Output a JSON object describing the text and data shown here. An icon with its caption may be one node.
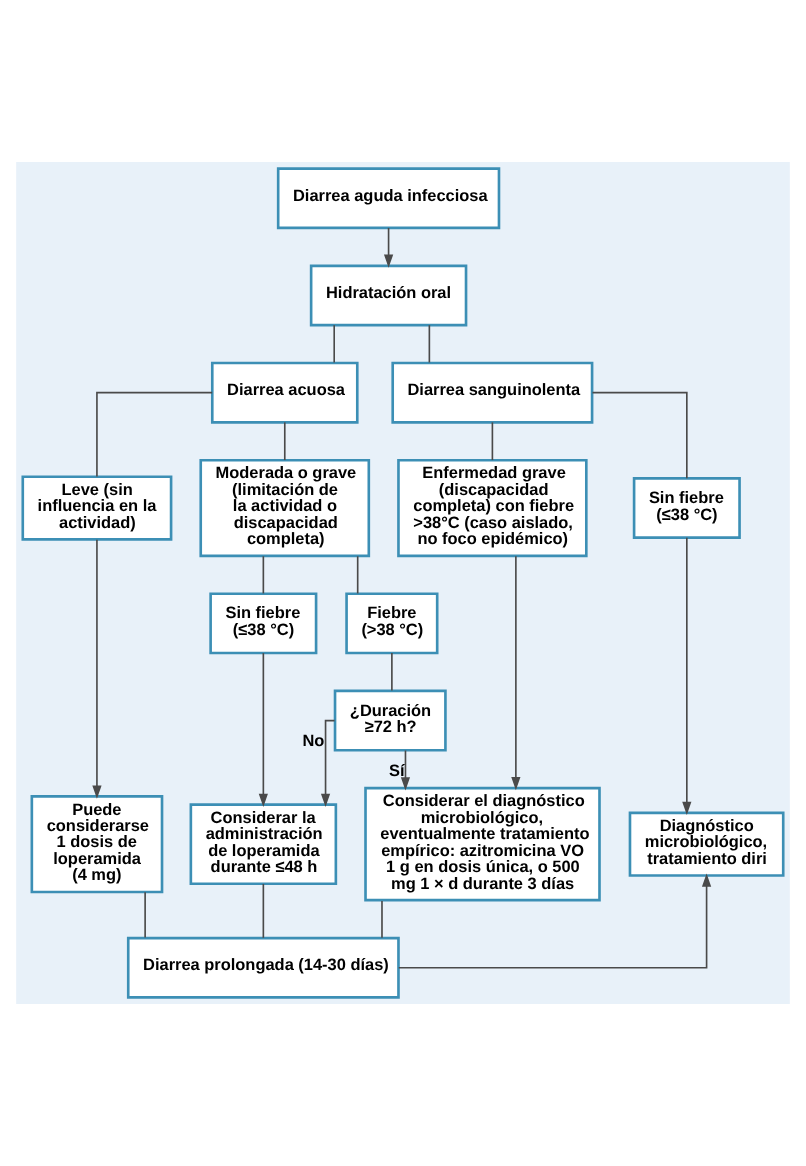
{
  "diagram": {
    "nodes": [
      {
        "text": [
          "Diarrea aguda infecciosa"
        ]
      },
      {
        "text": [
          "Hidratación oral"
        ]
      },
      {
        "text": [
          "Diarrea acuosa"
        ]
      },
      {
        "text": [
          "Diarrea sanguinolenta"
        ]
      },
      {
        "text": [
          "Leve (sin influencia en la actividad)"
        ]
      },
      {
        "text": [
          "Moderada o grave (limitación de la actividad o discapacidad completa)"
        ]
      },
      {
        "text": [
          "Enfermedad grave (discapacidad completa) con fiebre >38°C (caso aislado, no foco epidémico)"
        ]
      },
      {
        "text": [
          "Sin fiebre (≤38 °C)"
        ]
      },
      {
        "text": [
          "Sin fiebre (≤38 °C)"
        ]
      },
      {
        "text": [
          "Fiebre (>38 °C)"
        ]
      },
      {
        "text": [
          "¿Duración ≥72 h?"
        ]
      },
      {
        "text": [
          "Puede considerarse 1 dosis de loperamida (4 mg)"
        ]
      },
      {
        "text": [
          "Considerar la administración de loperamida durante ≤48 h"
        ]
      },
      {
        "text": [
          "Considerar el diagnóstico microbiológico, eventualmente tratamiento empírico: azitromicina VO 1 g en dosis única, o 500 mg 1 × d durante 3 días"
        ]
      },
      {
        "text": [
          "Diagnóstico microbiológico, tratamiento diri"
        ]
      },
      {
        "text": [
          "Diarrea prolongada (14-30 días)"
        ]
      }
    ],
    "edges": [
      {
        "from": 0,
        "to": 1,
        "arrow": "to"
      },
      {
        "from": 1,
        "to": 2,
        "arrow": "none"
      },
      {
        "from": 1,
        "to": 3,
        "arrow": "none"
      },
      {
        "from": 2,
        "to": 4,
        "arrow": "none"
      },
      {
        "from": 2,
        "to": 5,
        "arrow": "none"
      },
      {
        "from": 3,
        "to": 6,
        "arrow": "none"
      },
      {
        "from": 3,
        "to": 7,
        "arrow": "none"
      },
      {
        "from": 5,
        "to": 8,
        "arrow": "none"
      },
      {
        "from": 5,
        "to": 9,
        "arrow": "none"
      },
      {
        "from": 9,
        "to": 10,
        "arrow": "none"
      },
      {
        "from": 4,
        "to": 11,
        "arrow": "to"
      },
      {
        "from": 8,
        "to": 12,
        "arrow": "to"
      },
      {
        "from": 10,
        "to": 12,
        "arrow": "to",
        "label": "No"
      },
      {
        "from": 10,
        "to": 13,
        "arrow": "to",
        "label": "Sí"
      },
      {
        "from": 6,
        "to": 13,
        "arrow": "to"
      },
      {
        "from": 7,
        "to": 14,
        "arrow": "to"
      },
      {
        "from": 11,
        "to": 15,
        "arrow": "none"
      },
      {
        "from": 12,
        "to": 15,
        "arrow": "none"
      },
      {
        "from": 13,
        "to": 15,
        "arrow": "none"
      },
      {
        "from": 15,
        "to": 14,
        "arrow": "to"
      }
    ]
  }
}
